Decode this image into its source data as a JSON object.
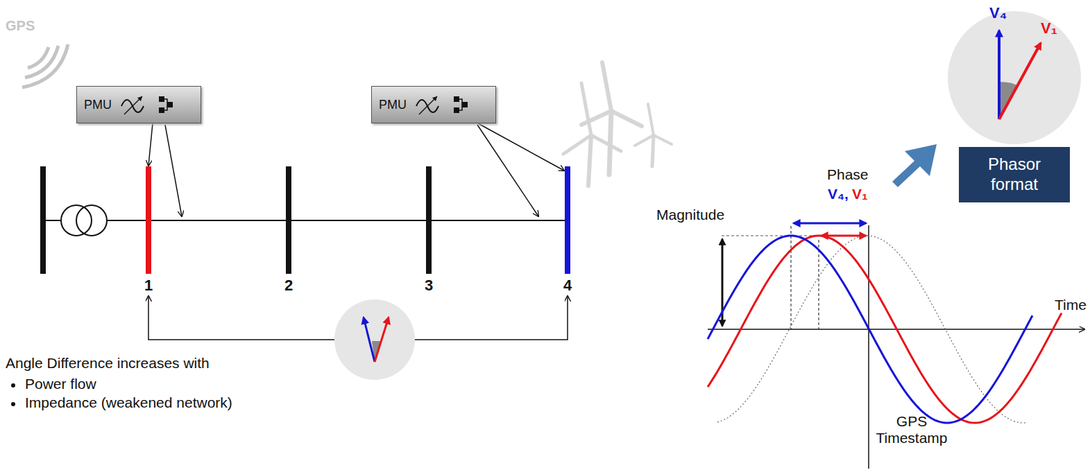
{
  "diagram": {
    "nodes": [
      {
        "text": [
          "PMU"
        ]
      },
      {
        "text": [
          "PMU"
        ]
      },
      {
        "text": [
          "1"
        ]
      },
      {
        "text": [
          "2"
        ]
      },
      {
        "text": [
          "3"
        ]
      },
      {
        "text": [
          "4"
        ]
      },
      {
        "text": [
          "Phasor format"
        ]
      }
    ],
    "edges": [
      {
        "from": 0,
        "to": 2,
        "arrow": "to"
      },
      {
        "from": 1,
        "to": 5,
        "arrow": "to"
      },
      {
        "from": 2,
        "to": 3,
        "arrow": "none"
      },
      {
        "from": 3,
        "to": 4,
        "arrow": "none"
      },
      {
        "from": 4,
        "to": 5,
        "arrow": "none"
      },
      {
        "from": 2,
        "to": 5,
        "arrow": "both"
      }
    ],
    "labels": [
      "GPS",
      "Angle Difference increases with",
      "Power flow",
      "Impedance (weakened network)",
      "Magnitude",
      "Phase",
      "V₄,",
      "V₁",
      "Time",
      "GPS Timestamp",
      "V₄",
      "V₁"
    ]
  }
}
